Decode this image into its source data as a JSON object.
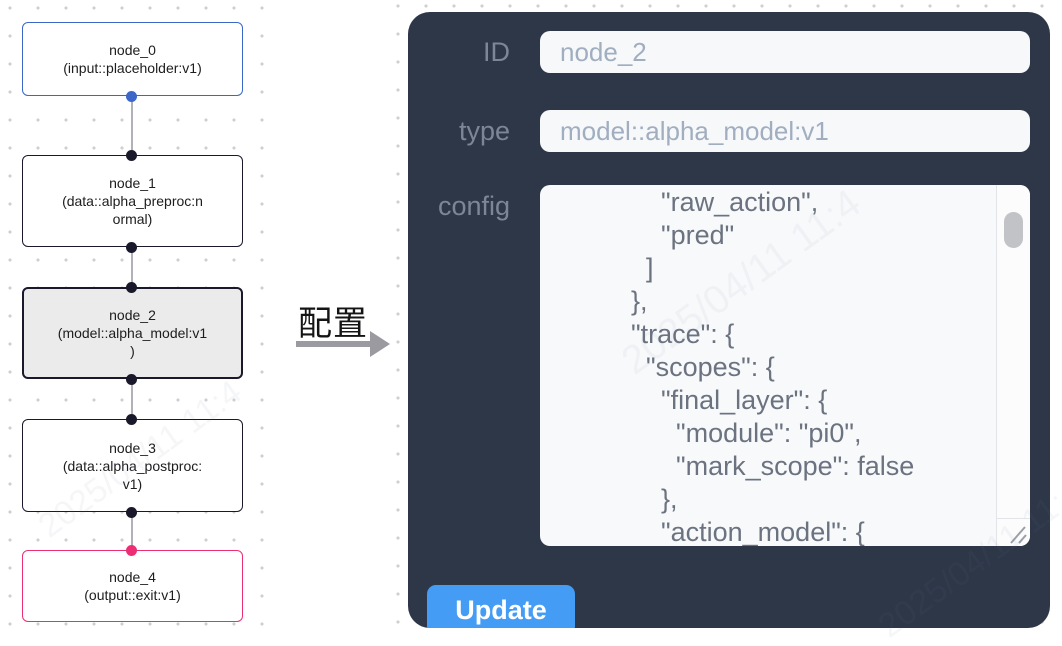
{
  "canvas": {
    "nodes": [
      {
        "id": "node_0",
        "kind": "input",
        "lines": [
          "node_0",
          "(input::placeholder:v1)"
        ]
      },
      {
        "id": "node_1",
        "kind": "default",
        "lines": [
          "node_1",
          "(data::alpha_preproc:n",
          "ormal)"
        ]
      },
      {
        "id": "node_2",
        "kind": "selected",
        "lines": [
          "node_2",
          "(model::alpha_model:v1",
          ")"
        ]
      },
      {
        "id": "node_3",
        "kind": "default",
        "lines": [
          "node_3",
          "(data::alpha_postproc:",
          "v1)"
        ]
      },
      {
        "id": "node_4",
        "kind": "output",
        "lines": [
          "node_4",
          "(output::exit:v1)"
        ]
      }
    ]
  },
  "annotation": {
    "label": "配置"
  },
  "panel": {
    "id_label": "ID",
    "id_value": "node_2",
    "type_label": "type",
    "type_value": "model::alpha_model:v1",
    "config_label": "config",
    "config_text": "              \"raw_action\",\n              \"pred\"\n            ]\n          },\n          \"trace\": {\n            \"scopes\": {\n              \"final_layer\": {\n                \"module\": \"pi0\",\n                \"mark_scope\": false\n              },\n              \"action_model\": {",
    "update_label": "Update"
  },
  "watermark_text": "2025/04/11 11:4",
  "colors": {
    "panel_bg": "#2d3748",
    "input_bg": "#f7f8fa",
    "input_text": "#a0aec0",
    "label_text": "#7c8696",
    "config_text": "#6b7280",
    "button_bg": "#459cf4",
    "node_input_border": "#3a67c8",
    "node_default_border": "#1a192b",
    "node_output_border": "#ed2e74",
    "edge": "#b1b1b7"
  }
}
